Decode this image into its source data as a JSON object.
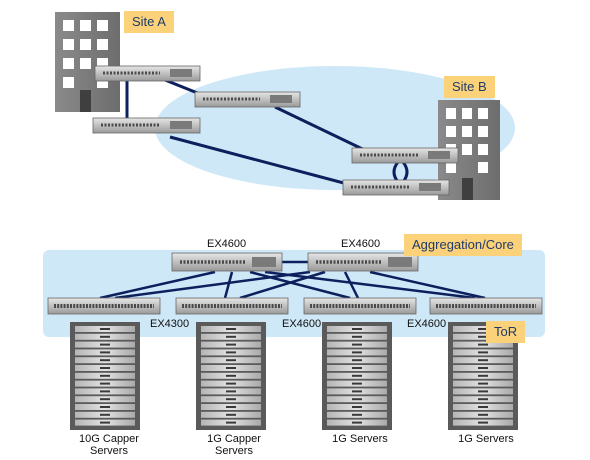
{
  "sites": {
    "site_a": "Site A",
    "site_b": "Site B"
  },
  "switch_labels": {
    "agg_left": "EX4600",
    "agg_right": "EX4600",
    "tor_2": "EX4300",
    "tor_3": "EX4600",
    "tor_4": "EX4600"
  },
  "zones": {
    "aggregation": "Aggregation/Core",
    "tor": "ToR"
  },
  "servers": [
    {
      "line1": "10G Capper",
      "line2": "Servers"
    },
    {
      "line1": "1G Capper",
      "line2": "Servers"
    },
    {
      "line1": "1G Servers",
      "line2": ""
    },
    {
      "line1": "1G Servers",
      "line2": ""
    }
  ],
  "colors": {
    "link": "#0d1f5c",
    "cloud": "#cfe8f7",
    "zone": "#cfe8f7",
    "tag": "#fbd27a",
    "building": "#7d7d7d"
  }
}
